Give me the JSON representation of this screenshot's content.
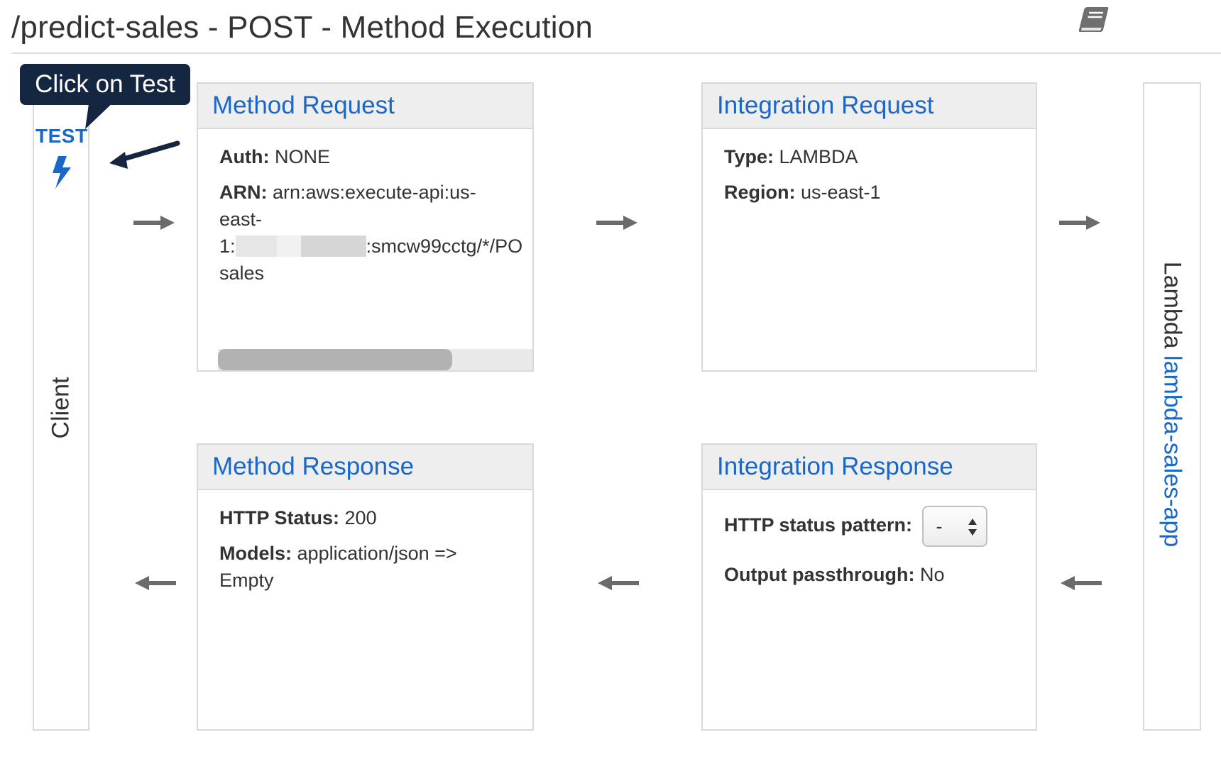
{
  "page": {
    "title": "/predict-sales - POST - Method Execution",
    "doc_icon": "book-icon"
  },
  "client": {
    "label": "Client",
    "test_label": "TEST",
    "test_icon": "lightning-bolt-icon"
  },
  "tooltip": {
    "text": "Click on Test"
  },
  "method_request": {
    "title": "Method Request",
    "auth_label": "Auth:",
    "auth_value": "NONE",
    "arn_label": "ARN:",
    "arn_line1": "arn:aws:execute-api:us-",
    "arn_line2": "east-",
    "arn_line3_prefix": "1:",
    "arn_line3_suffix": ":smcw99cctg/*/PO",
    "arn_line4": "sales"
  },
  "integration_request": {
    "title": "Integration Request",
    "type_label": "Type:",
    "type_value": "LAMBDA",
    "region_label": "Region:",
    "region_value": "us-east-1"
  },
  "method_response": {
    "title": "Method Response",
    "status_label": "HTTP Status:",
    "status_value": "200",
    "models_label": "Models:",
    "models_value_line1": "application/json =>",
    "models_value_line2": "Empty"
  },
  "integration_response": {
    "title": "Integration Response",
    "pattern_label": "HTTP status pattern:",
    "pattern_value": "-",
    "passthrough_label": "Output passthrough:",
    "passthrough_value": "No"
  },
  "lambda": {
    "label": "Lambda",
    "function_name": "lambda-sales-app"
  },
  "colors": {
    "link_blue": "#1a67c6",
    "tooltip_bg": "#152640",
    "arrow_gray": "#6b6b6b"
  }
}
